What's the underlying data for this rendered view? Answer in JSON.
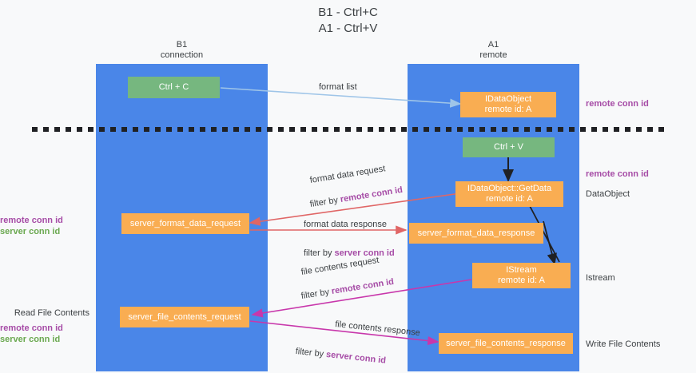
{
  "title": "B1 - Ctrl+C\nA1 - Ctrl+V",
  "colors": {
    "lane": "#4a86e8",
    "green_box": "#76b77f",
    "orange_box": "#f9ad52",
    "remote_conn_id": "#a64ca6",
    "server_conn_id": "#6aa84f",
    "arrow_blue": "#9fc5e8",
    "arrow_red": "#e06666",
    "arrow_magenta": "#c837ab",
    "arrow_black": "#202124",
    "background": "#f8f9fa"
  },
  "columns": [
    {
      "id": "b1",
      "header": "B1\nconnection"
    },
    {
      "id": "a1",
      "header": "A1\nremote"
    }
  ],
  "boxes": [
    {
      "id": "ctrl-c",
      "label": "Ctrl + C",
      "style": "green",
      "column": "b1"
    },
    {
      "id": "idataobject",
      "label": "IDataObject\nremote id: A",
      "style": "orange",
      "column": "a1"
    },
    {
      "id": "ctrl-v",
      "label": "Ctrl + V",
      "style": "green",
      "column": "a1"
    },
    {
      "id": "idataobject-getdata",
      "label": "IDataObject::GetData\nremote id: A",
      "style": "orange",
      "column": "a1"
    },
    {
      "id": "server-format-data-request",
      "label": "server_format_data_request",
      "style": "orange",
      "column": "b1"
    },
    {
      "id": "server-format-data-response",
      "label": "server_format_data_response",
      "style": "orange",
      "column": "a1"
    },
    {
      "id": "istream",
      "label": "IStream\nremote id: A",
      "style": "orange",
      "column": "a1"
    },
    {
      "id": "server-file-contents-request",
      "label": "server_file_contents_request",
      "style": "orange",
      "column": "b1"
    },
    {
      "id": "server-file-contents-response",
      "label": "server_file_contents_response",
      "style": "orange",
      "column": "a1"
    }
  ],
  "edge_labels": {
    "format_list": "format list",
    "format_data_request": "format data request",
    "format_data_request_filter_prefix": "filter by ",
    "format_data_request_filter_key": "remote conn id",
    "format_data_response": "format data response",
    "format_data_response_filter_prefix": "filter by ",
    "format_data_response_filter_key": "server conn id",
    "file_contents_request": "file contents request",
    "file_contents_request_filter_prefix": "filter by ",
    "file_contents_request_filter_key": "remote conn id",
    "file_contents_response": "file contents response",
    "file_contents_response_filter_prefix": "filter by ",
    "file_contents_response_filter_key": "server conn id"
  },
  "right_labels": {
    "remote_conn_id_top": "remote conn id",
    "remote_conn_id_mid": "remote conn id",
    "dataobject": "DataObject",
    "istream": "Istream",
    "write_file_contents": "Write File Contents"
  },
  "left_labels": {
    "remote_conn_id": "remote conn id",
    "server_conn_id": "server conn id",
    "read_file_contents": "Read File Contents",
    "remote_conn_id_2": "remote conn id",
    "server_conn_id_2": "server conn id"
  }
}
